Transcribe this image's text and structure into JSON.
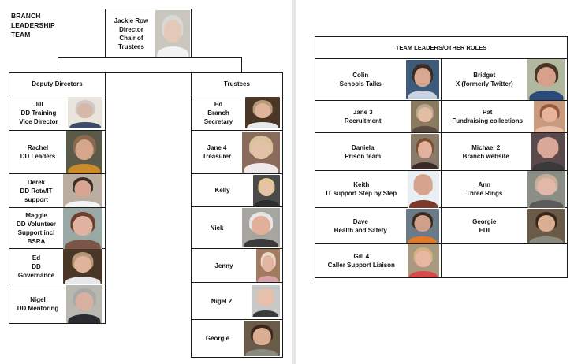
{
  "document": {
    "title_lines": [
      "BRANCH",
      "LEADERSHIP",
      "TEAM"
    ]
  },
  "director": {
    "lines": [
      "Jackie Row",
      "Director",
      "Chair of",
      "Trustees"
    ],
    "photo": {
      "bg": "#c9c7bd",
      "skin": "#e4c8b8",
      "hair": "#d8d8d6",
      "top": "#f2f2f4"
    }
  },
  "deputy_directors": {
    "header": "Deputy Directors",
    "members": [
      {
        "lines": [
          "Jill",
          "DD Training",
          "Vice Director"
        ],
        "h": 45,
        "pw": 44,
        "ph": 40,
        "photo": {
          "bg": "#e9e4dc",
          "skin": "#d7b8a8",
          "hair": "#cfcac4",
          "top": "#3c4a66"
        }
      },
      {
        "lines": [
          "Rachel",
          "DD Leaders"
        ],
        "h": 55,
        "pw": 46,
        "ph": 54,
        "photo": {
          "bg": "#5a5a4a",
          "skin": "#d6a68a",
          "hair": "#8a6a4e",
          "top": "#c88a2a"
        }
      },
      {
        "lines": [
          "Derek",
          "DD Rota/IT",
          "support"
        ],
        "h": 43,
        "pw": 50,
        "ph": 42,
        "photo": {
          "bg": "#b9aea0",
          "skin": "#d9a490",
          "hair": "#3a2e28",
          "top": "#f4f4f4"
        }
      },
      {
        "lines": [
          "Maggie",
          "DD Volunteer",
          "Support incl",
          "BSRA"
        ],
        "h": 52,
        "pw": 50,
        "ph": 52,
        "photo": {
          "bg": "#9aa9a6",
          "skin": "#e0b3a0",
          "hair": "#6e3e2e",
          "top": "#7a5548"
        }
      },
      {
        "lines": [
          "Ed",
          "DD",
          "Governance"
        ],
        "h": 45,
        "pw": 50,
        "ph": 44,
        "photo": {
          "bg": "#4a3626",
          "skin": "#e0b49a",
          "hair": "#b59a7a",
          "top": "#e8e8ea"
        }
      },
      {
        "lines": [
          "Nigel",
          "DD Mentoring"
        ],
        "h": 49,
        "pw": 46,
        "ph": 48,
        "photo": {
          "bg": "#b8b8b0",
          "skin": "#d8b0a0",
          "hair": "#a8a8a8",
          "top": "#2a2a30"
        }
      }
    ]
  },
  "trustees": {
    "header": "Trustees",
    "members": [
      {
        "lines": [
          "Ed",
          "Branch",
          "Secretary"
        ],
        "h": 45,
        "pw": 44,
        "ph": 40,
        "photo": {
          "bg": "#4a3626",
          "skin": "#e0b49a",
          "hair": "#b59a7a",
          "top": "#e8e8ea"
        }
      },
      {
        "lines": [
          "Jane 4",
          "Treasurer"
        ],
        "h": 55,
        "pw": 48,
        "ph": 52,
        "photo": {
          "bg": "#8a6a5a",
          "skin": "#e3c0a8",
          "hair": "#d9c29a",
          "top": "#efe9ea"
        }
      },
      {
        "lines": [
          "Kelly"
        ],
        "h": 42,
        "pw": 34,
        "ph": 40,
        "photo": {
          "bg": "#4a4a4a",
          "skin": "#e6c2a6",
          "hair": "#e0c88e",
          "top": "#2e2e2e"
        }
      },
      {
        "lines": [
          "Nick"
        ],
        "h": 53,
        "pw": 48,
        "ph": 50,
        "photo": {
          "bg": "#a7a5a0",
          "skin": "#e2b09a",
          "hair": "#e6e6e6",
          "top": "#3a3a3a"
        }
      },
      {
        "lines": [
          "Jenny"
        ],
        "h": 43,
        "pw": 30,
        "ph": 42,
        "photo": {
          "bg": "#a27a60",
          "skin": "#e2b4a2",
          "hair": "#e8d8c8",
          "top": "#d8a0a8"
        }
      },
      {
        "lines": [
          "Nigel 2"
        ],
        "h": 47,
        "pw": 36,
        "ph": 40,
        "photo": {
          "bg": "#c8c8c8",
          "skin": "#e6c0aa",
          "hair": "#e6c0aa",
          "top": "#3a3a3a"
        }
      },
      {
        "lines": [
          "Georgie"
        ],
        "h": 47,
        "pw": 46,
        "ph": 45,
        "photo": {
          "bg": "#6a5a48",
          "skin": "#d9ae92",
          "hair": "#3a2618",
          "top": "#8a8a80"
        }
      }
    ]
  },
  "team_leaders": {
    "header": "TEAM LEADERS/OTHER ROLES",
    "rows": [
      {
        "h": 53,
        "cells": [
          {
            "lines": [
              "Colin",
              "Schools Talks"
            ],
            "pw": 42,
            "ph": 50,
            "photo": {
              "bg": "#3d5a78",
              "skin": "#d9a890",
              "hair": "#3a2c24",
              "top": "#c8d2e0"
            }
          },
          {
            "lines": [
              "Bridget",
              "X (formerly Twitter)"
            ],
            "pw": 48,
            "ph": 52,
            "photo": {
              "bg": "#b0b8a0",
              "skin": "#d6a08a",
              "hair": "#4a3426",
              "top": "#2a4a7a"
            }
          }
        ]
      },
      {
        "h": 41,
        "cells": [
          {
            "lines": [
              "Jane 3",
              "Recruitment"
            ],
            "pw": 36,
            "ph": 40,
            "photo": {
              "bg": "#8a7a60",
              "skin": "#e3bca4",
              "hair": "#b8a890",
              "top": "#5a4a40"
            }
          },
          {
            "lines": [
              "Pat",
              "Fundraising collections"
            ],
            "pw": 40,
            "ph": 40,
            "photo": {
              "bg": "#c89a80",
              "skin": "#e6b49c",
              "hair": "#9a5a3a",
              "top": "#e8c0a8"
            }
          }
        ]
      },
      {
        "h": 48,
        "cells": [
          {
            "lines": [
              "Daniela",
              "Prison team"
            ],
            "pw": 36,
            "ph": 45,
            "photo": {
              "bg": "#8a7a6a",
              "skin": "#e2b09c",
              "hair": "#7a5030",
              "top": "#3a2a2a"
            }
          },
          {
            "lines": [
              "Michael 2",
              "Branch website"
            ],
            "pw": 44,
            "ph": 47,
            "photo": {
              "bg": "#5a4a4e",
              "skin": "#d9a898",
              "hair": "#d9a898",
              "top": "#3a3a3a"
            }
          }
        ]
      },
      {
        "h": 47,
        "cells": [
          {
            "lines": [
              "Keith",
              "IT support Step by Step"
            ],
            "pw": 40,
            "ph": 47,
            "photo": {
              "bg": "#e8eef2",
              "skin": "#d6a48c",
              "hair": "#d6a48c",
              "top": "#7a3a2a"
            }
          },
          {
            "lines": [
              "Ann",
              "Three Rings"
            ],
            "pw": 48,
            "ph": 47,
            "photo": {
              "bg": "#8a8e86",
              "skin": "#e4b8a8",
              "hair": "#c8b098",
              "top": "#5a5a5a"
            }
          }
        ]
      },
      {
        "h": 46,
        "cells": [
          {
            "lines": [
              "Dave",
              "Health and Safety"
            ],
            "pw": 42,
            "ph": 44,
            "photo": {
              "bg": "#6a7a86",
              "skin": "#d0a088",
              "hair": "#3a2a22",
              "top": "#e07a2a"
            }
          },
          {
            "lines": [
              "Georgie",
              "EDI"
            ],
            "pw": 48,
            "ph": 44,
            "photo": {
              "bg": "#6a5a48",
              "skin": "#d9ae92",
              "hair": "#3a2618",
              "top": "#8a8a80"
            }
          }
        ]
      },
      {
        "h": 42,
        "cells": [
          {
            "lines": [
              "Gill 4",
              "Caller Support Liaison"
            ],
            "pw": 40,
            "ph": 42,
            "photo": {
              "bg": "#a89a80",
              "skin": "#e6b8a0",
              "hair": "#d8b080",
              "top": "#d84a4a"
            }
          },
          {
            "lines": [],
            "pw": 0,
            "ph": 0,
            "photo": null
          }
        ]
      }
    ]
  }
}
